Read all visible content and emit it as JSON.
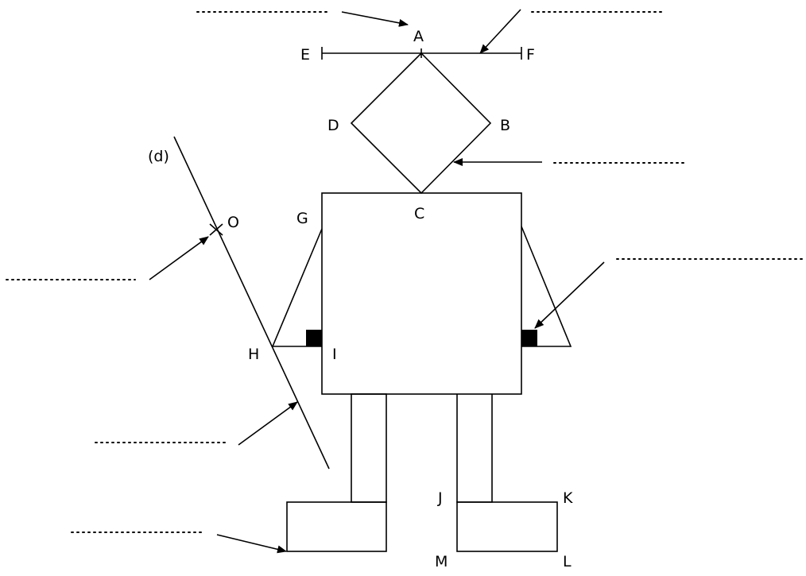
{
  "diagram": {
    "points": {
      "A": "A",
      "B": "B",
      "C": "C",
      "D": "D",
      "E": "E",
      "F": "F",
      "G": "G",
      "H": "H",
      "I": "I",
      "J": "J",
      "K": "K",
      "L": "L",
      "M": "M",
      "O": "O"
    },
    "line_label": "(d)",
    "blanks": [
      "",
      "",
      "",
      "",
      "",
      "",
      ""
    ]
  }
}
